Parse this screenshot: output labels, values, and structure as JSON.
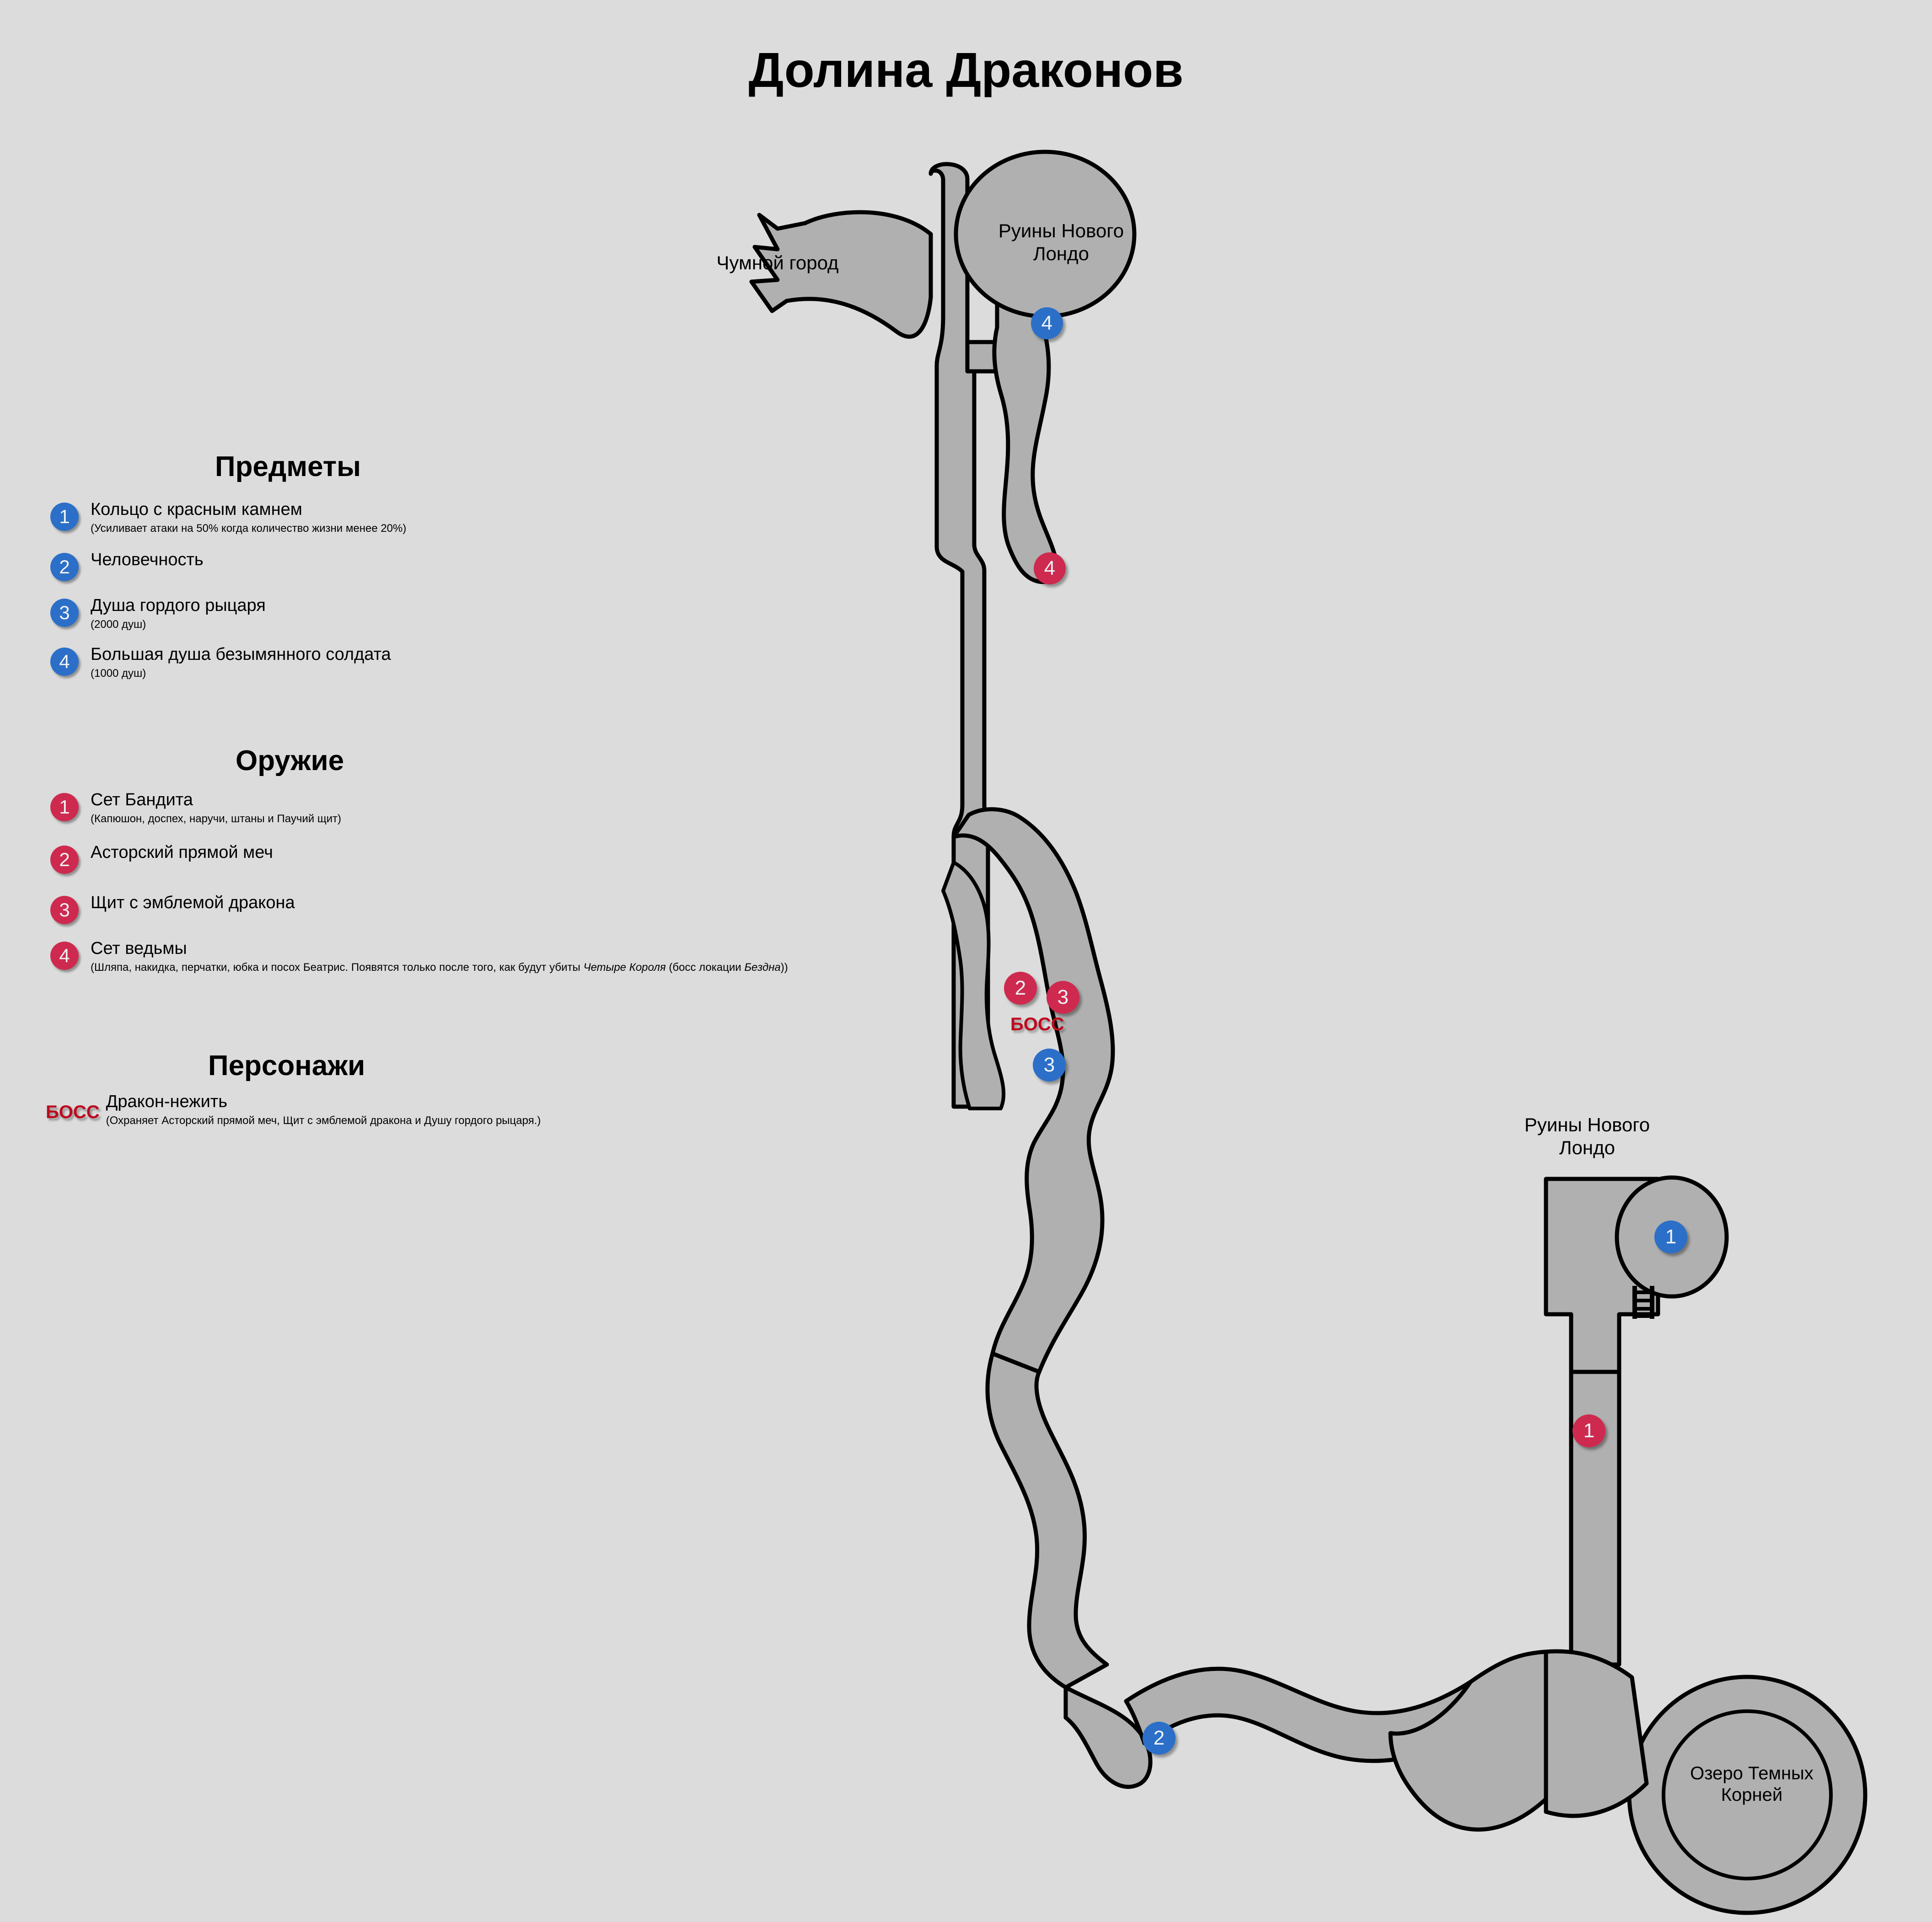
{
  "title": "Долина Драконов",
  "legend": {
    "items": {
      "heading": "Предметы",
      "entries": [
        {
          "num": "1",
          "name": "Кольцо с красным камнем",
          "note": "(Усиливает атаки на 50% когда количество жизни менее 20%)"
        },
        {
          "num": "2",
          "name": "Человечность",
          "note": ""
        },
        {
          "num": "3",
          "name": "Душа гордого рыцаря",
          "note": "(2000 душ)"
        },
        {
          "num": "4",
          "name": "Большая душа безымянного солдата",
          "note": "(1000 душ)"
        }
      ]
    },
    "weapons": {
      "heading": "Оружие",
      "entries": [
        {
          "num": "1",
          "name": "Сет Бандита",
          "note": "(Капюшон, доспех, наручи, штаны и Паучий щит)"
        },
        {
          "num": "2",
          "name": "Асторский прямой меч",
          "note": ""
        },
        {
          "num": "3",
          "name": "Щит с эмблемой дракона",
          "note": ""
        },
        {
          "num": "4",
          "name": "Сет ведьмы",
          "note_pre": "(Шляпа, накидка, перчатки, юбка и посох Беатрис. Появятся только после того, как будут убиты ",
          "note_em1": "Четыре Короля",
          "note_mid": " (босс локации ",
          "note_em2": "Бездна",
          "note_post": "))"
        }
      ]
    },
    "characters": {
      "heading": "Персонажи",
      "entries": [
        {
          "tag": "БОСС",
          "name": "Дракон-нежить",
          "note": "(Охраняет Асторский прямой меч, Щит с эмблемой дракона и Душу гордого рыцаря.)"
        }
      ]
    }
  },
  "map": {
    "labels": {
      "plague_town": "Чумной город",
      "new_londo_ruins_top": "Руины Нового\nЛондо",
      "new_londo_ruins_lower": "Руины Нового\nЛондо",
      "dark_root_lake": "Озеро Темных\nКорней"
    },
    "boss_label": "БОСС",
    "markers": [
      {
        "id": "m1",
        "num": "4",
        "color": "blue"
      },
      {
        "id": "m2",
        "num": "4",
        "color": "red"
      },
      {
        "id": "m3",
        "num": "2",
        "color": "red"
      },
      {
        "id": "m4",
        "num": "3",
        "color": "red"
      },
      {
        "id": "m5",
        "num": "3",
        "color": "blue"
      },
      {
        "id": "m6",
        "num": "1",
        "color": "blue"
      },
      {
        "id": "m7",
        "num": "1",
        "color": "red"
      },
      {
        "id": "m8",
        "num": "2",
        "color": "blue"
      }
    ]
  },
  "colors": {
    "background": "#dcdcdc",
    "map_fill": "#b0b0b0",
    "map_stroke": "#000000",
    "blue_marker": "#2b6fc8",
    "red_marker": "#ce2a4f",
    "boss_text": "#bd0a1e"
  }
}
